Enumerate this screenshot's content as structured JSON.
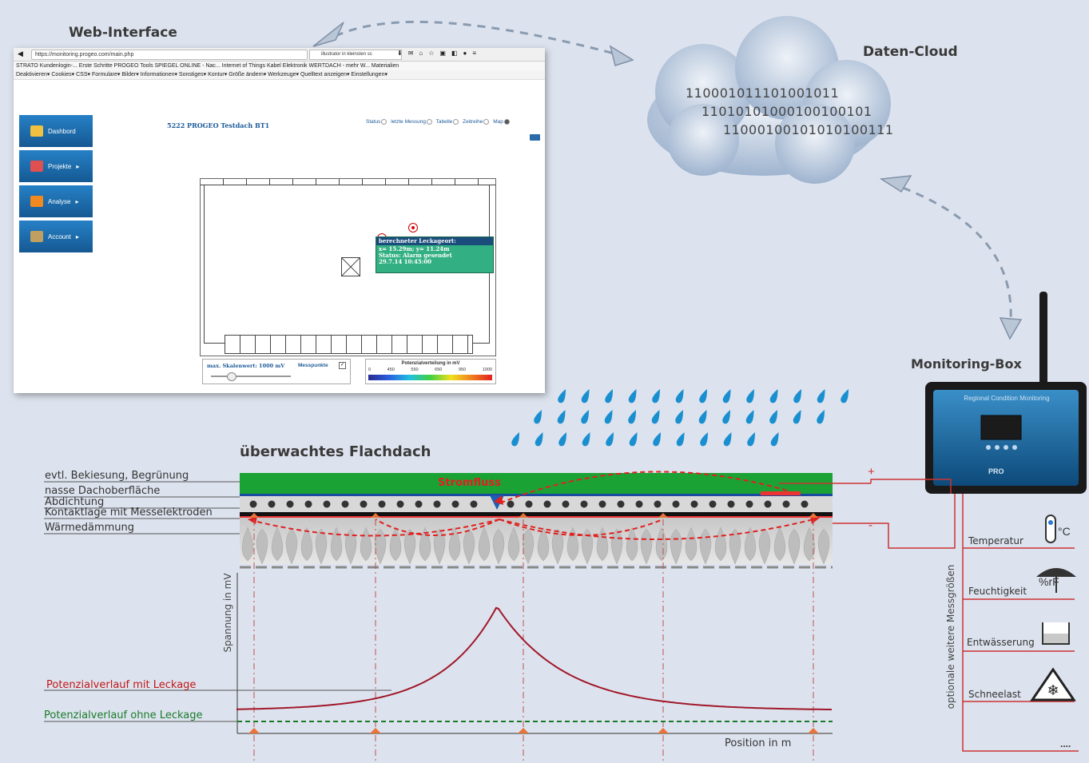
{
  "titles": {
    "web_interface": "Web-Interface",
    "data_cloud": "Daten-Cloud",
    "monitoring_box": "Monitoring-Box",
    "flat_roof": "überwachtes Flachdach"
  },
  "cloud": {
    "binary": [
      "110001011101001011",
      "11010101000100100101",
      "11000100101010100111"
    ]
  },
  "browser": {
    "url": "https://monitoring.progeo.com/main.php",
    "search": "illustrator in kleinsten sc",
    "bookmarks": "STRATO Kundenlogin-...   Erste Schritte   PROGEO   Tools   SPIEGEL ONLINE - Nac...   Internet of Things   Kabel   Elektronik   WERTDACH - mehr W...   Materialien",
    "toolbar": "Deaktivieren▾   Cookies▾   CSS▾   Formulare▾   Bilder▾   Informationen▾   Sonstiges▾   Kontur▾   Größe ändern▾   Werkzeuge▾   Quelltext anzeigen▾   Einstellungen▾",
    "nav": [
      "Dashbord",
      "Projekte",
      "Analyse",
      "Account"
    ],
    "project_title": "5222 PROGEO Testdach BT1",
    "views": [
      "Status",
      "letzte Messung",
      "Tabelle",
      "Zeitreihe",
      "Map"
    ],
    "tooltip": {
      "header": "berechneter Leckageort:",
      "coords": "x= 15.29m; y= 11.24m",
      "status": "Status: Alarm gesendet",
      "time": "29.7.14 10:45:00"
    },
    "scale_label": "max. Skalenwert: 1000  mV",
    "points_label": "Messpunkte",
    "legend_title": "Potenzialverteilung in mV",
    "legend_ticks": [
      "0",
      "450",
      "550",
      "650",
      "950",
      "1000"
    ]
  },
  "box": {
    "header": "Regional Condition Monitoring",
    "brand": "PRO"
  },
  "roof": {
    "layers": [
      "evtl. Bekiesung, Begrünung",
      "nasse Dachoberfläche",
      "Abdichtung",
      "Kontaktlage mit Messelektroden",
      "Wärmedämmung"
    ],
    "current": "Stromfluss",
    "plus": "+",
    "minus": "-"
  },
  "sensors": {
    "vertical_label": "optionale weitere Messgrößen",
    "items": [
      "Temperatur",
      "Feuchtigkeit",
      "Entwässerung",
      "Schneelast"
    ],
    "more": "....",
    "temp_unit": "°C",
    "humidity_unit": "%rF"
  },
  "graph": {
    "ylabel": "Spannung in mV",
    "xlabel": "Position in m",
    "with_leak": "Potenzialverlauf mit Leckage",
    "without_leak": "Potenzialverlauf ohne Leckage"
  }
}
